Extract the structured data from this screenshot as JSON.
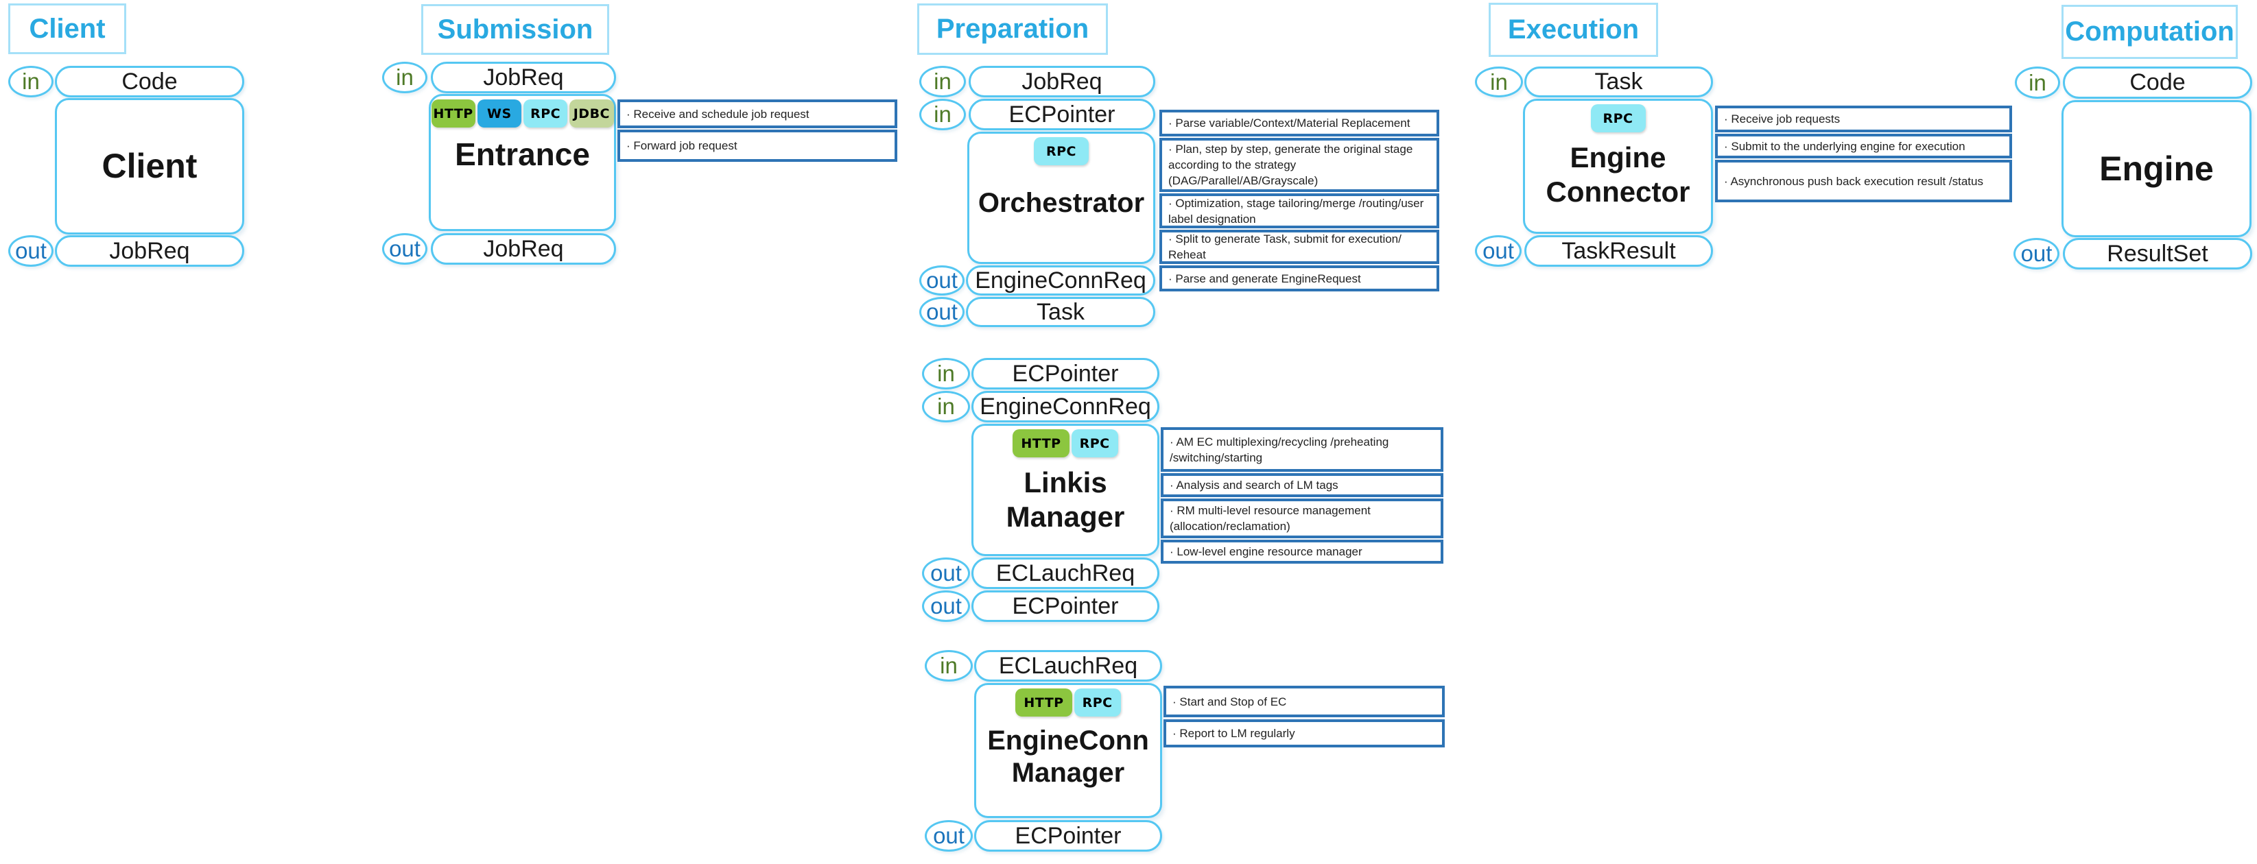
{
  "labels": {
    "in": "in",
    "out": "out"
  },
  "colors": {
    "header_text": "#29A9E1",
    "light_blue_border": "#55C7F2",
    "note_border": "#2E74B5",
    "in_green": "#4E7A27",
    "out_blue": "#1B74BC",
    "tag_http": "#8CC63F",
    "tag_ws": "#29A9E1",
    "tag_rpc": "#8FE9F5",
    "tag_jdbc": "#C3D69B"
  },
  "columns": [
    {
      "title": "Client",
      "blocks": [
        {
          "name": "Client",
          "tags": [],
          "inputs": [
            "Code"
          ],
          "outputs": [
            "JobReq"
          ],
          "notes": []
        }
      ]
    },
    {
      "title": "Submission",
      "blocks": [
        {
          "name": "Entrance",
          "tags": [
            "HTTP",
            "WS",
            "RPC",
            "JDBC"
          ],
          "inputs": [
            "JobReq"
          ],
          "outputs": [
            "JobReq"
          ],
          "notes": [
            "· Receive and schedule job request",
            "· Forward job request"
          ]
        }
      ]
    },
    {
      "title": "Preparation",
      "blocks": [
        {
          "name": "Orchestrator",
          "tags": [
            "RPC"
          ],
          "inputs": [
            "JobReq",
            "ECPointer"
          ],
          "outputs": [
            "EngineConnReq",
            "Task"
          ],
          "notes": [
            "· Parse variable/Context/Material Replacement",
            "· Plan, step by step, generate the original stage according to the strategy (DAG/Parallel/AB/Grayscale)",
            "· Optimization, stage tailoring/merge /routing/user label designation",
            "· Split to generate Task, submit for execution/ Reheat",
            "· Parse and generate EngineRequest"
          ]
        },
        {
          "name": "Linkis Manager",
          "tags": [
            "HTTP",
            "RPC"
          ],
          "inputs": [
            "ECPointer",
            "EngineConnReq"
          ],
          "outputs": [
            "ECLauchReq",
            "ECPointer"
          ],
          "notes": [
            "· AM EC multiplexing/recycling /preheating /switching/starting",
            "· Analysis and search of LM tags",
            "· RM multi-level resource management (allocation/reclamation)",
            "· Low-level engine resource manager"
          ]
        },
        {
          "name": "EngineConn Manager",
          "tags": [
            "HTTP",
            "RPC"
          ],
          "inputs": [
            "ECLauchReq"
          ],
          "outputs": [
            "ECPointer"
          ],
          "notes": [
            "· Start and Stop of EC",
            "· Report to LM regularly"
          ]
        }
      ]
    },
    {
      "title": "Execution",
      "blocks": [
        {
          "name": "Engine Connector",
          "tags": [
            "RPC"
          ],
          "inputs": [
            "Task"
          ],
          "outputs": [
            "TaskResult"
          ],
          "notes": [
            "· Receive job requests",
            "· Submit to the underlying engine for execution",
            "· Asynchronous push back execution result /status"
          ]
        }
      ]
    },
    {
      "title": "Computation",
      "blocks": [
        {
          "name": "Engine",
          "tags": [],
          "inputs": [
            "Code"
          ],
          "outputs": [
            "ResultSet"
          ],
          "notes": []
        }
      ]
    }
  ]
}
